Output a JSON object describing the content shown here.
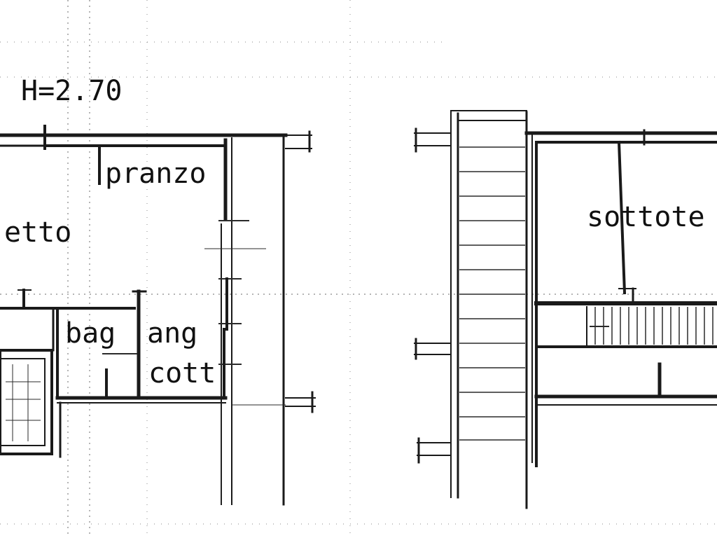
{
  "plan": {
    "height_note": "H=2.70",
    "rooms": {
      "letto": "etto",
      "pranzo": "pranzo",
      "bagno": "bag",
      "angolo_cottura_1": "ang",
      "angolo_cottura_2": "cott",
      "sottotetto": "sottote"
    }
  },
  "colors": {
    "ink": "#1a1a1a",
    "paper": "#ffffff",
    "grid": "#6b6b6b"
  }
}
